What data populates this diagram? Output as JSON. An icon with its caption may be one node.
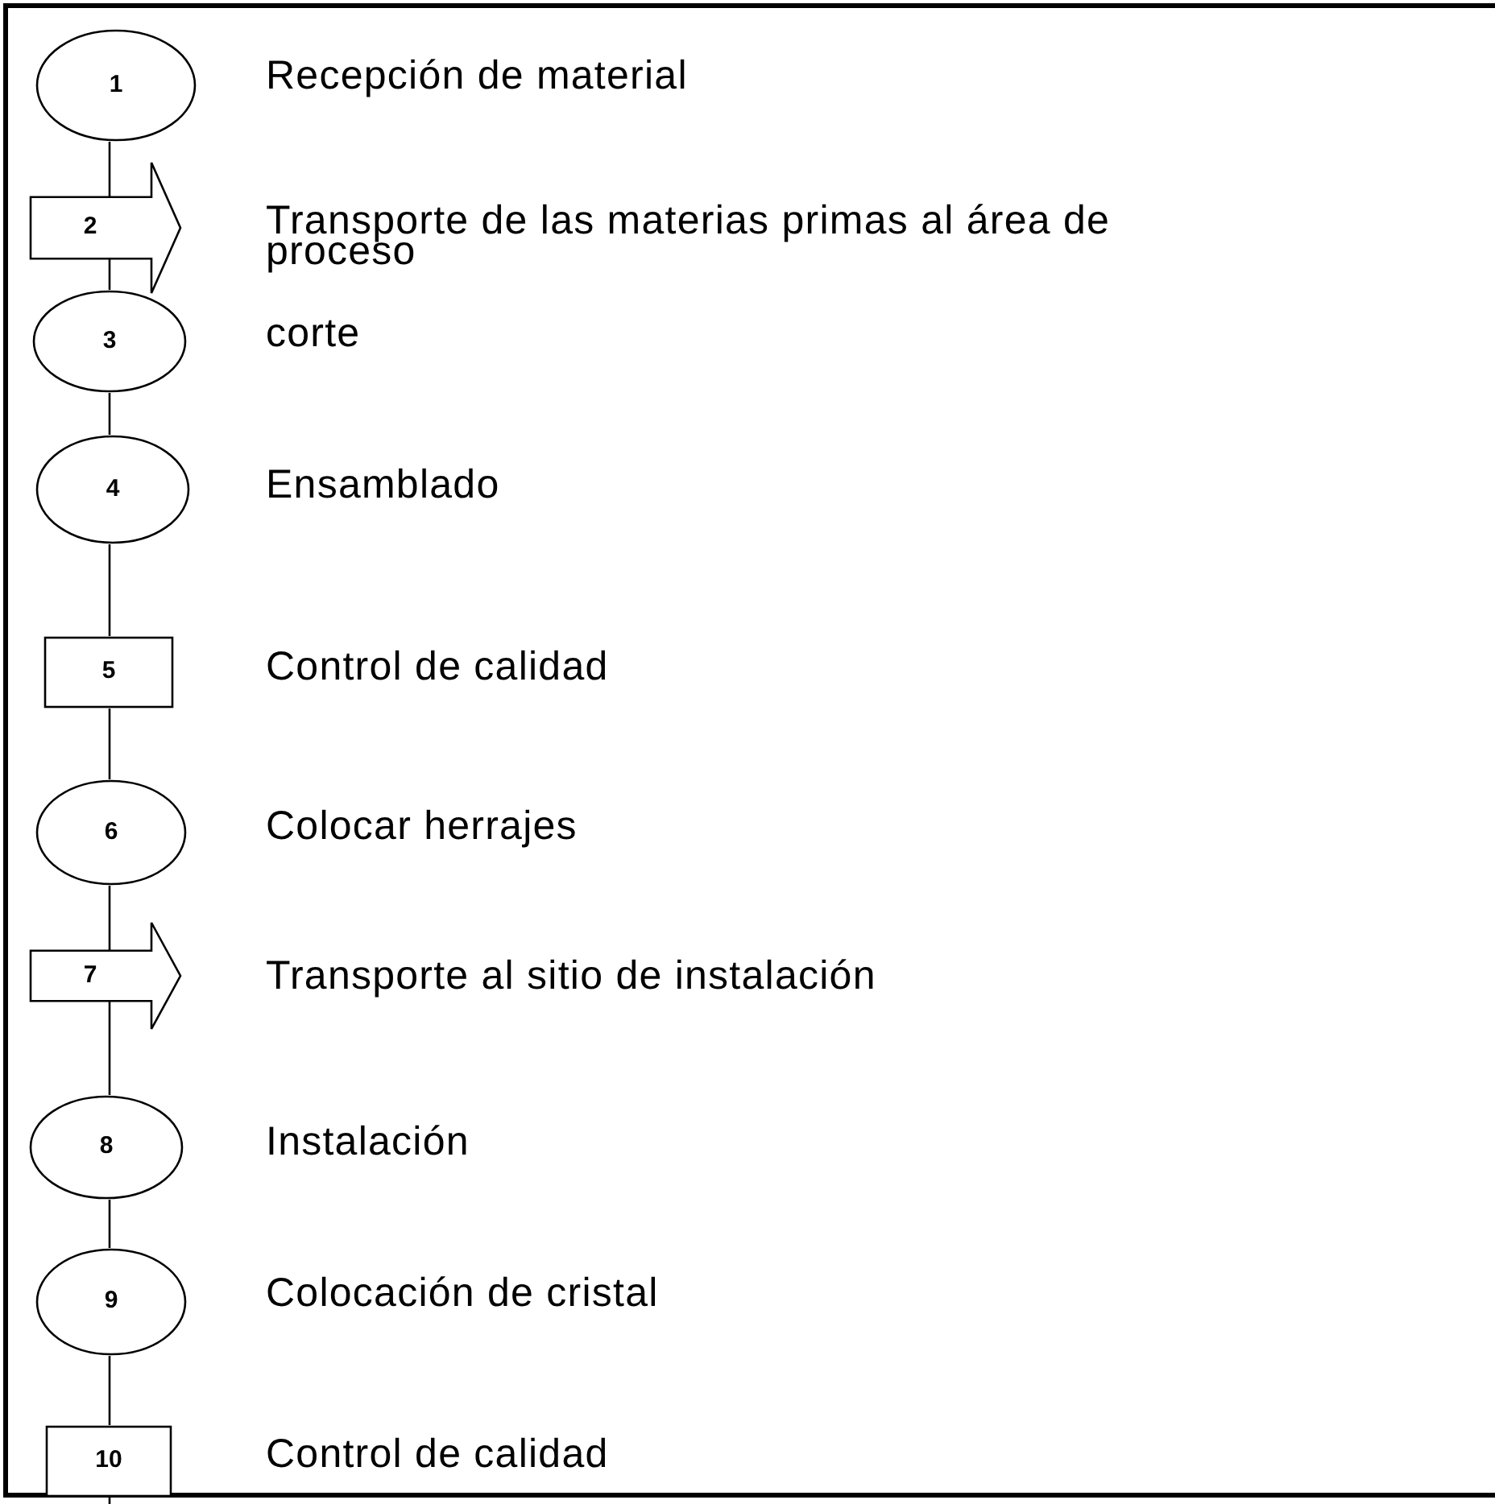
{
  "diagram": {
    "nodes": [
      {
        "text": [
          "1"
        ],
        "beside": [
          "Recepción de material"
        ]
      },
      {
        "text": [
          "2"
        ],
        "beside": [
          "Transporte de las materias primas al área de proceso"
        ]
      },
      {
        "text": [
          "3"
        ],
        "beside": [
          "corte"
        ]
      },
      {
        "text": [
          "4"
        ],
        "beside": [
          "Ensamblado"
        ]
      },
      {
        "text": [
          "5"
        ],
        "beside": [
          "Control de calidad"
        ]
      },
      {
        "text": [
          "6"
        ],
        "beside": [
          "Colocar herrajes"
        ]
      },
      {
        "text": [
          "7"
        ],
        "beside": [
          "Transporte al sitio de instalación"
        ]
      },
      {
        "text": [
          "8"
        ],
        "beside": [
          "Instalación"
        ]
      },
      {
        "text": [
          "9"
        ],
        "beside": [
          "Colocación de cristal"
        ]
      },
      {
        "text": [
          "10"
        ],
        "beside": [
          "Control de calidad"
        ]
      }
    ],
    "edges": [
      {
        "from": 0,
        "to": 1,
        "arrow": "none"
      },
      {
        "from": 1,
        "to": 2,
        "arrow": "none"
      },
      {
        "from": 2,
        "to": 3,
        "arrow": "none"
      },
      {
        "from": 3,
        "to": 4,
        "arrow": "none"
      },
      {
        "from": 4,
        "to": 5,
        "arrow": "none"
      },
      {
        "from": 5,
        "to": 6,
        "arrow": "none"
      },
      {
        "from": 6,
        "to": 7,
        "arrow": "none"
      },
      {
        "from": 7,
        "to": 8,
        "arrow": "none"
      },
      {
        "from": 8,
        "to": 9,
        "arrow": "none"
      },
      {
        "from": 9,
        "to": null,
        "arrow": "none"
      }
    ]
  }
}
